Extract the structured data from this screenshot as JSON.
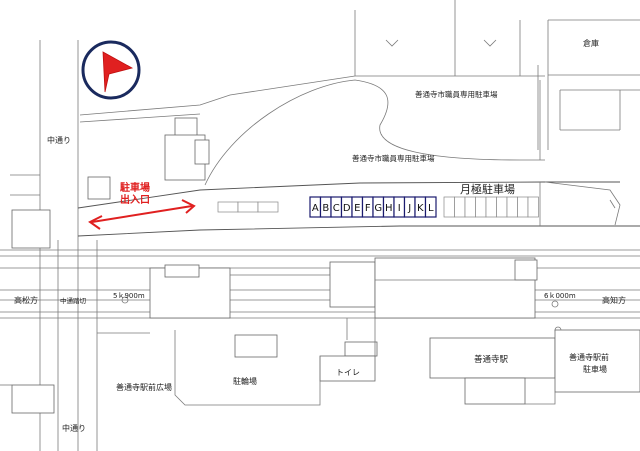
{
  "labels": {
    "warehouse": "倉庫",
    "staff_parking_1": "善通寺市職員専用駐車場",
    "staff_parking_2": "善通寺市職員専用駐車場",
    "naka_dori_top": "中通り",
    "naka_dori_bottom": "中通り",
    "entrance_line1": "駐車場",
    "entrance_line2": "出入口",
    "monthly_parking": "月極駐車場",
    "takamatsu": "高松方",
    "kochi": "高知方",
    "crossing": "中通踏切",
    "km_5_900": "5ｋ900m",
    "km_6_000": "6ｋ000m",
    "bicycle_parking": "駐輪場",
    "station_square": "善通寺駅前広場",
    "toilet": "トイレ",
    "station": "善通寺駅",
    "station_front_parking_line1": "善通寺駅前",
    "station_front_parking_line2": "駐車場"
  },
  "slots": [
    "A",
    "B",
    "C",
    "D",
    "E",
    "F",
    "G",
    "H",
    "I",
    "J",
    "K",
    "L"
  ],
  "colors": {
    "accent": "#e02020",
    "slot_border": "#1a1a6e",
    "compass": "#1a2a5e"
  },
  "icons": {
    "compass": "compass-arrow-icon",
    "entrance": "double-arrow-icon"
  }
}
